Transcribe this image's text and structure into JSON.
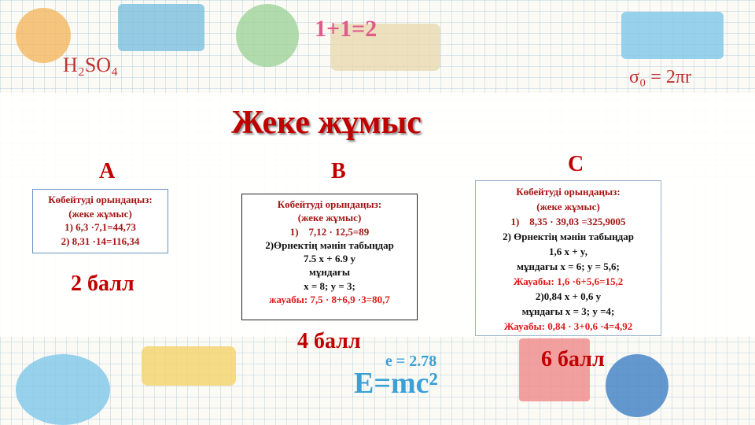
{
  "title": "Жеке жұмыс",
  "columns": [
    {
      "letter": "A",
      "score": "2 балл",
      "lines": [
        "Көбейтуді орындаңыз:",
        "(жеке жұмыс)",
        "1) 6,3 ·7,1=44,73",
        "2) 8,31 ·14=116,34"
      ]
    },
    {
      "letter": "B",
      "score": "4 балл",
      "lines": [
        "Көбейтуді орындаңыз:",
        "(жеке жұмыс)",
        "1)    7,12 · 12,5=89",
        "2)Өрнектің мәнін табыңдар",
        "7.5 x + 6.9 y",
        "мұндағы",
        "x = 8; y = 3;",
        "жауабы: 7,5 · 8+6,9 ·3=80,7"
      ]
    },
    {
      "letter": "C",
      "score": "6 балл",
      "lines": [
        "Көбейтуді орындаңыз:",
        "(жеке жұмыс)",
        "1)    8,35 · 39,03 =325,9005",
        "2) Өрнектің мәнін табыңдар",
        "1,6 x + y,",
        "мұндағы x = 6; y = 5,6;",
        "Жауабы: 1,6 ·6+5,6=15,2",
        "2)0,84 x + 0,6 y",
        "мұндағы x = 3; y =4;",
        "Жауабы: 0,84 · 3+0,6 ·4=4,92"
      ]
    }
  ],
  "decor": {
    "top_formulas": [
      "H₂SO₄",
      "1+1=2",
      "σ₀ = 2πr"
    ],
    "bottom_formulas": [
      "E=mc²",
      "e = 2.78"
    ]
  },
  "colors": {
    "title": "#c00000",
    "answer": "#e01a1a",
    "box_text": "#a51515"
  }
}
